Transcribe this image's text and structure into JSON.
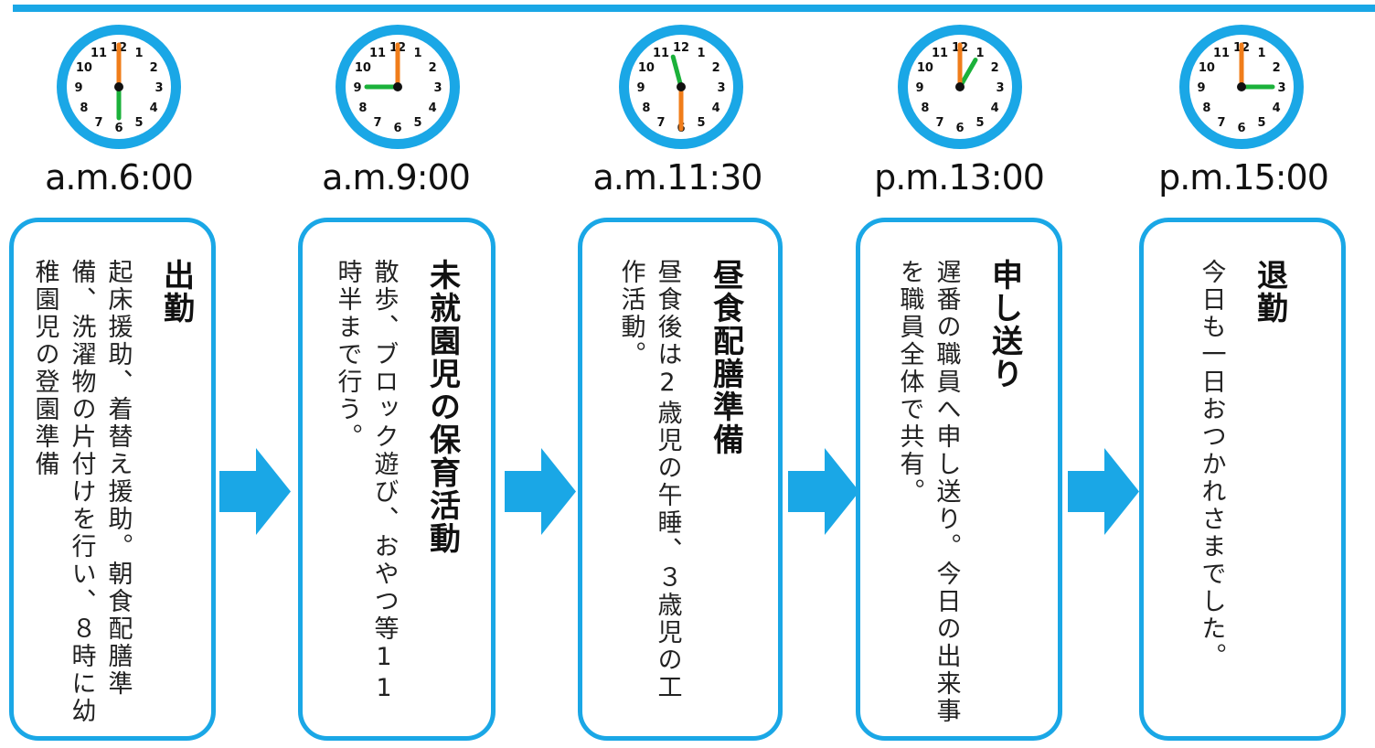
{
  "colors": {
    "accent": "#1aa7e6",
    "clock_rim": "#1aa7e6",
    "hour_hand": "#1bb13a",
    "minute_hand": "#f07d1a"
  },
  "steps": [
    {
      "time": "a.m.6:00",
      "title": "出勤",
      "body": "起床援助、着替え援助。朝食配膳準備、洗濯物の片付けを行い、８時に幼稚園児の登園準備",
      "clock": {
        "hour": 6,
        "minute": 0
      }
    },
    {
      "time": "a.m.9:00",
      "title": "未就園児の保育活動",
      "body": "散歩、ブロック遊び、おやつ等11時半まで行う。",
      "clock": {
        "hour": 9,
        "minute": 0
      }
    },
    {
      "time": "a.m.11:30",
      "title": "昼食配膳準備",
      "body": "昼食後は2歳児の午睡、３歳児の工作活動。",
      "clock": {
        "hour": 11,
        "minute": 30
      }
    },
    {
      "time": "p.m.13:00",
      "title": "申し送り",
      "body": "遅番の職員へ申し送り。今日の出来事を職員全体で共有。",
      "clock": {
        "hour": 13,
        "minute": 0
      }
    },
    {
      "time": "p.m.15:00",
      "title": "退勤",
      "body": "今日も一日おつかれさまでした。",
      "clock": {
        "hour": 15,
        "minute": 0
      }
    }
  ],
  "clock_numbers": [
    "12",
    "1",
    "2",
    "3",
    "4",
    "5",
    "6",
    "7",
    "8",
    "9",
    "10",
    "11"
  ]
}
